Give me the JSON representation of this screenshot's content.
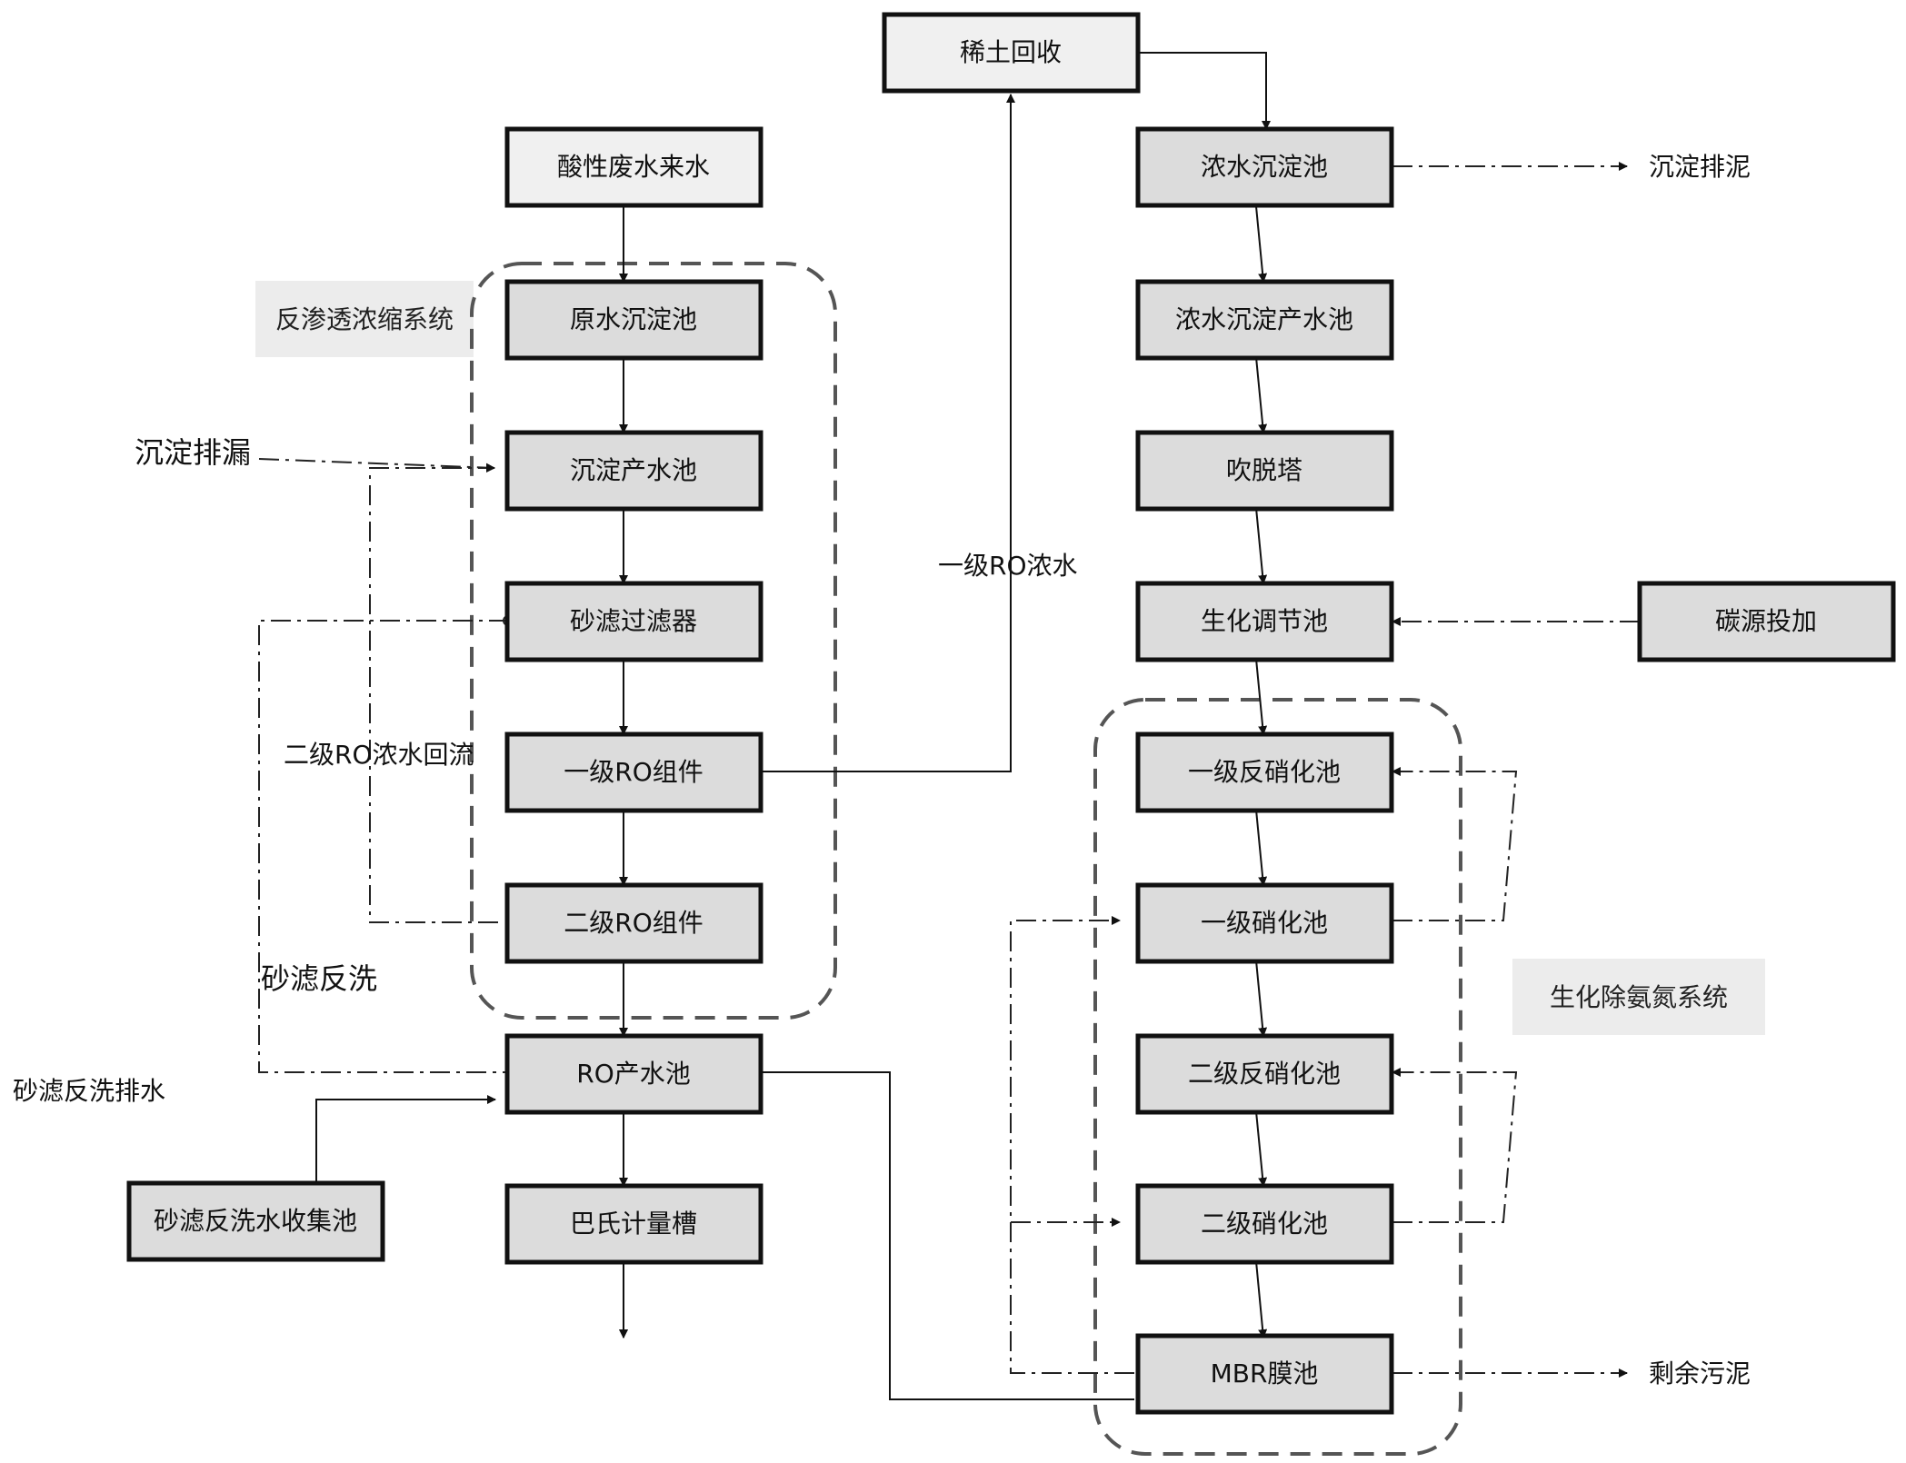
{
  "nodes": {
    "rare_earth": "稀土回收",
    "acid_inflow": "酸性废水来水",
    "raw_settling": "原水沉淀池",
    "settled_water": "沉淀产水池",
    "sand_filter": "砂滤过滤器",
    "ro1": "一级RO组件",
    "ro2": "二级RO组件",
    "ro_product": "RO产水池",
    "parshall": "巴氏计量槽",
    "backwash_tank": "砂滤反洗水收集池",
    "conc_settling": "浓水沉淀池",
    "conc_product": "浓水沉淀产水池",
    "stripping": "吹脱塔",
    "bio_adjust": "生化调节池",
    "carbon": "碳源投加",
    "denit1": "一级反硝化池",
    "nit1": "一级硝化池",
    "denit2": "二级反硝化池",
    "nit2": "二级硝化池",
    "mbr": "MBR膜池"
  },
  "groups": {
    "ro_system": "反渗透浓缩系统",
    "bio_system": "生化除氨氮系统"
  },
  "labels": {
    "sludge_left": "沉淀排漏",
    "ro2_reflux": "二级RO浓水回流",
    "sand_backwash": "砂滤反洗",
    "backwash_drain": "砂滤反洗排水",
    "ro1_conc": "一级RO浓水",
    "sludge_right": "沉淀排泥",
    "excess_sludge": "剩余污泥"
  }
}
